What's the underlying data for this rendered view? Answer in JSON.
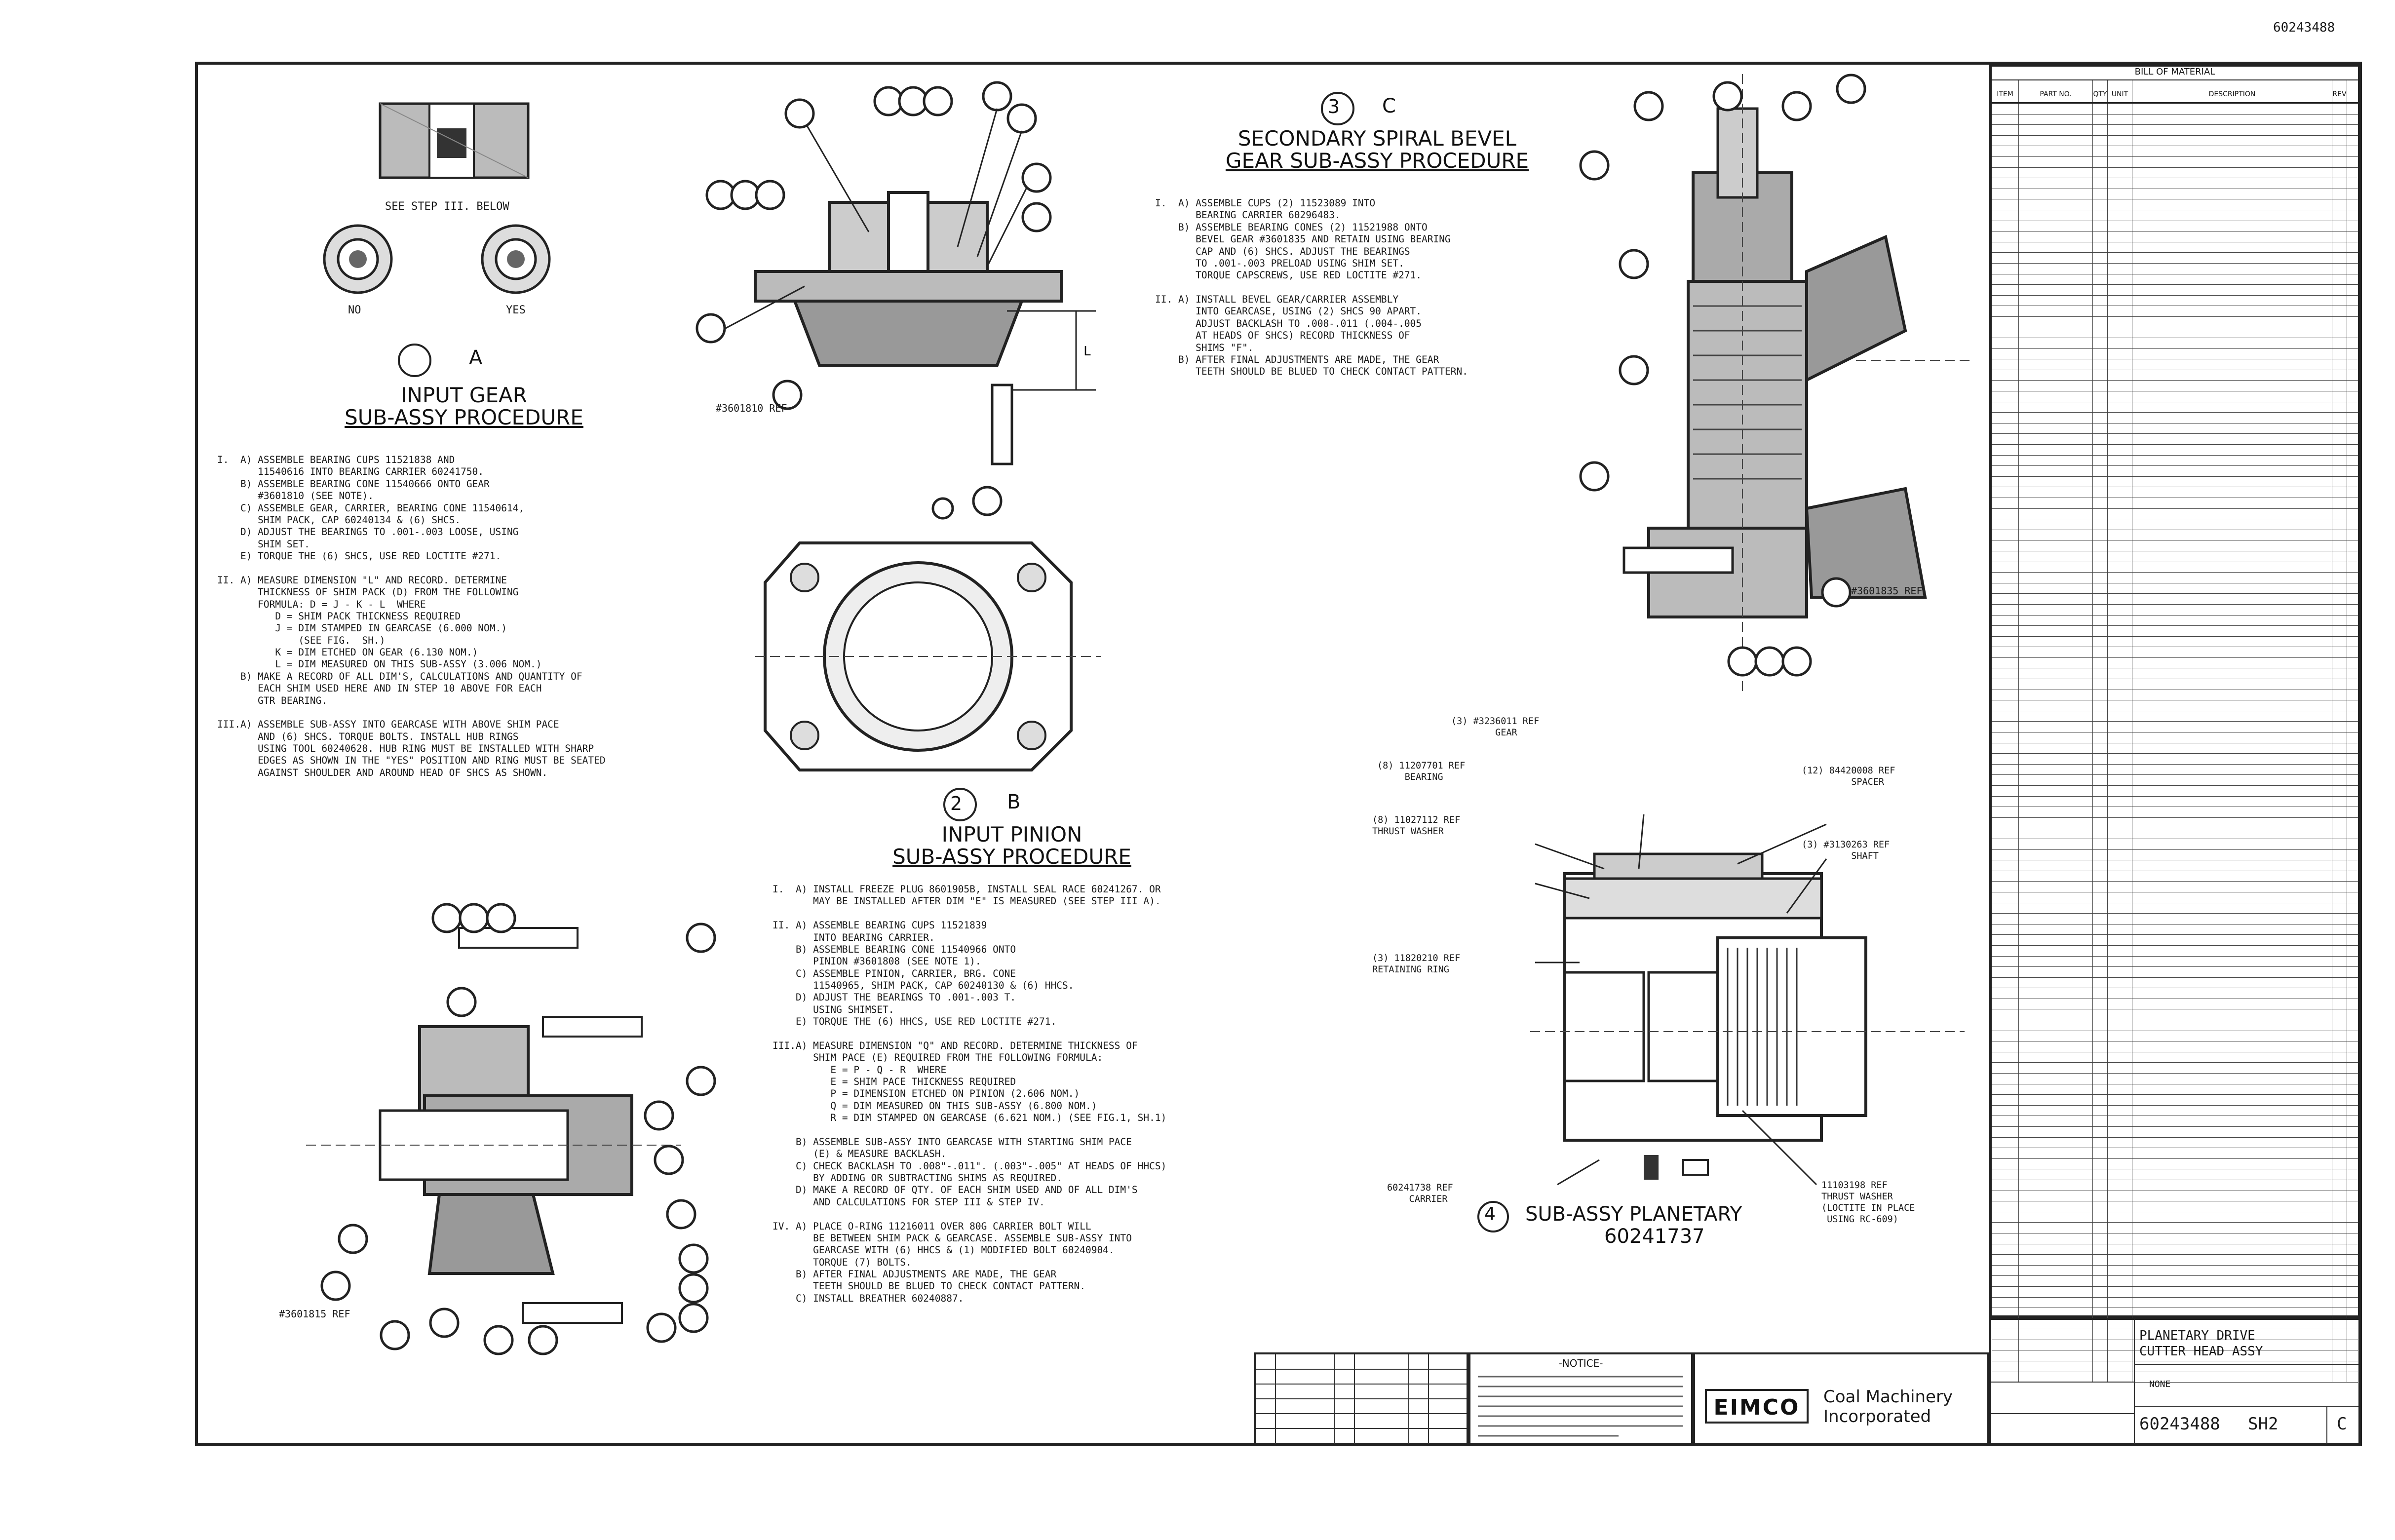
{
  "drawing_number_top": "60243488",
  "step_a": {
    "letter": "A",
    "title_line1": "INPUT GEAR",
    "title_line2": "SUB-ASSY PROCEDURE",
    "see_step": "SEE STEP III. BELOW",
    "label_no": "NO",
    "label_yes": "YES",
    "ref": "#3601810 REF",
    "text": "I.  A) ASSEMBLE BEARING CUPS 11521838 AND\n       11540616 INTO BEARING CARRIER 60241750.\n    B) ASSEMBLE BEARING CONE 11540666 ONTO GEAR\n       #3601810 (SEE NOTE).\n    C) ASSEMBLE GEAR, CARRIER, BEARING CONE 11540614,\n       SHIM PACK, CAP 60240134 & (6) SHCS.\n    D) ADJUST THE BEARINGS TO .001-.003 LOOSE, USING\n       SHIM SET.\n    E) TORQUE THE (6) SHCS, USE RED LOCTITE #271.\n\nII. A) MEASURE DIMENSION \"L\" AND RECORD. DETERMINE\n       THICKNESS OF SHIM PACK (D) FROM THE FOLLOWING\n       FORMULA: D = J - K - L  WHERE\n          D = SHIM PACK THICKNESS REQUIRED\n          J = DIM STAMPED IN GEARCASE (6.000 NOM.)\n              (SEE FIG.  SH.)\n          K = DIM ETCHED ON GEAR (6.130 NOM.)\n          L = DIM MEASURED ON THIS SUB-ASSY (3.006 NOM.)\n    B) MAKE A RECORD OF ALL DIM'S, CALCULATIONS AND QUANTITY OF\n       EACH SHIM USED HERE AND IN STEP 10 ABOVE FOR EACH\n       GTR BEARING.\n\nIII.A) ASSEMBLE SUB-ASSY INTO GEARCASE WITH ABOVE SHIM PACE\n       AND (6) SHCS. TORQUE BOLTS. INSTALL HUB RINGS\n       USING TOOL 60240628. HUB RING MUST BE INSTALLED WITH SHARP\n       EDGES AS SHOWN IN THE \"YES\" POSITION AND RING MUST BE SEATED\n       AGAINST SHOULDER AND AROUND HEAD OF SHCS AS SHOWN."
  },
  "step_b": {
    "number": "2",
    "letter": "B",
    "title_line1": "INPUT PINION",
    "title_line2": "SUB-ASSY PROCEDURE",
    "ref": "#3601815 REF",
    "text": "I.  A) INSTALL FREEZE PLUG 8601905B, INSTALL SEAL RACE 60241267. OR\n       MAY BE INSTALLED AFTER DIM \"E\" IS MEASURED (SEE STEP III A).\n\nII. A) ASSEMBLE BEARING CUPS 11521839\n       INTO BEARING CARRIER.\n    B) ASSEMBLE BEARING CONE 11540966 ONTO\n       PINION #3601808 (SEE NOTE 1).\n    C) ASSEMBLE PINION, CARRIER, BRG. CONE\n       11540965, SHIM PACK, CAP 60240130 & (6) HHCS.\n    D) ADJUST THE BEARINGS TO .001-.003 T.\n       USING SHIMSET.\n    E) TORQUE THE (6) HHCS, USE RED LOCTITE #271.\n\nIII.A) MEASURE DIMENSION \"Q\" AND RECORD. DETERMINE THICKNESS OF\n       SHIM PACE (E) REQUIRED FROM THE FOLLOWING FORMULA:\n          E = P - Q - R  WHERE\n          E = SHIM PACE THICKNESS REQUIRED\n          P = DIMENSION ETCHED ON PINION (2.606 NOM.)\n          Q = DIM MEASURED ON THIS SUB-ASSY (6.800 NOM.)\n          R = DIM STAMPED ON GEARCASE (6.621 NOM.) (SEE FIG.1, SH.1)\n\n    B) ASSEMBLE SUB-ASSY INTO GEARCASE WITH STARTING SHIM PACE\n       (E) & MEASURE BACKLASH.\n    C) CHECK BACKLASH TO .008\"-.011\". (.003\"-.005\" AT HEADS OF HHCS)\n       BY ADDING OR SUBTRACTING SHIMS AS REQUIRED.\n    D) MAKE A RECORD OF QTY. OF EACH SHIM USED AND OF ALL DIM'S\n       AND CALCULATIONS FOR STEP III & STEP IV.\n\nIV. A) PLACE O-RING 11216011 OVER 80G CARRIER BOLT WILL\n       BE BETWEEN SHIM PACK & GEARCASE. ASSEMBLE SUB-ASSY INTO\n       GEARCASE WITH (6) HHCS & (1) MODIFIED BOLT 60240904.\n       TORQUE (7) BOLTS.\n    B) AFTER FINAL ADJUSTMENTS ARE MADE, THE GEAR\n       TEETH SHOULD BE BLUED TO CHECK CONTACT PATTERN.\n    C) INSTALL BREATHER 60240887."
  },
  "step_c": {
    "number": "3",
    "letter": "C",
    "title_line1": "SECONDARY SPIRAL BEVEL",
    "title_line2": "GEAR SUB-ASSY PROCEDURE",
    "ref": "#3601835 REF",
    "text": "I.  A) ASSEMBLE CUPS (2) 11523089 INTO\n       BEARING CARRIER 60296483.\n    B) ASSEMBLE BEARING CONES (2) 11521988 ONTO\n       BEVEL GEAR #3601835 AND RETAIN USING BEARING\n       CAP AND (6) SHCS. ADJUST THE BEARINGS\n       TO .001-.003 PRELOAD USING SHIM SET.\n       TORQUE CAPSCREWS, USE RED LOCTITE #271.\n\nII. A) INSTALL BEVEL GEAR/CARRIER ASSEMBLY\n       INTO GEARCASE, USING (2) SHCS 90 APART.\n       ADJUST BACKLASH TO .008-.011 (.004-.005\n       AT HEADS OF SHCS) RECORD THICKNESS OF\n       SHIMS \"F\".\n    B) AFTER FINAL ADJUSTMENTS ARE MADE, THE GEAR\n       TEETH SHOULD BE BLUED TO CHECK CONTACT PATTERN."
  },
  "step_d": {
    "number": "4",
    "title": "SUB-ASSY PLANETARY",
    "part_no": "60241737",
    "callout_gear": "(3) #3236011 REF\n        GEAR",
    "callout_bearing": "(8) 11207701 REF\n     BEARING",
    "callout_washer": "(8) 11027112 REF\nTHRUST WASHER",
    "callout_spacer": "(12) 84420008 REF\n         SPACER",
    "callout_shaft": "(3) #3130263 REF\n         SHAFT",
    "callout_ring": "(3) 11820210 REF\nRETAINING RING",
    "callout_carrier": "60241738 REF\n    CARRIER",
    "callout_thrust": "11103198 REF\nTHRUST WASHER\n(LOCTITE IN PLACE\n USING RC-609)"
  },
  "bom": {
    "title": "BILL OF MATERIAL",
    "headers": [
      "ITEM",
      "PART NO.",
      "QTY",
      "UNIT",
      "DESCRIPTION",
      "REV"
    ]
  },
  "title_block": {
    "notice_title": "-NOTICE-",
    "company_logo": "EIMCO",
    "company_line1": "Coal Machinery",
    "company_line2": "Incorporated",
    "title_line1": "PLANETARY DRIVE",
    "title_line2": "CUTTER HEAD ASSY",
    "drawing_no": "60243488",
    "sheet": "SH2",
    "rev": "C",
    "scale": "NONE"
  }
}
